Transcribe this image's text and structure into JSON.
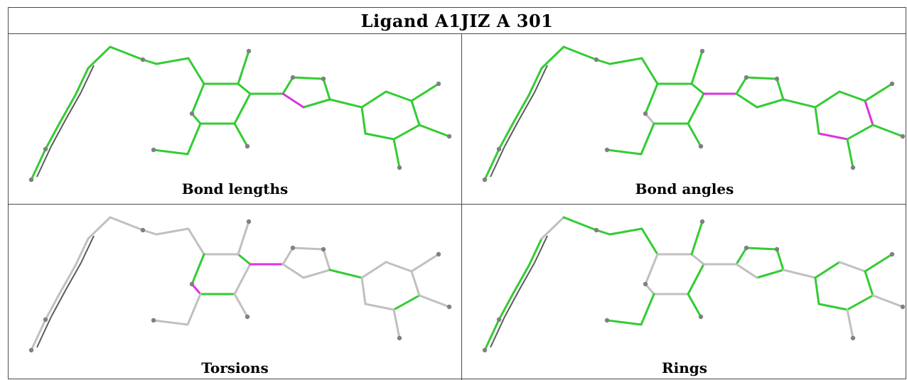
{
  "title": "Ligand A1JIZ A 301",
  "colors": {
    "ok": "#33cc33",
    "outlier": "#dd33dd",
    "neutral": "#c0c0c0",
    "atom": "#808080",
    "border": "#4a4a4a"
  },
  "panels": [
    {
      "id": "bond-lengths",
      "caption": "Bond lengths",
      "style": [
        "g",
        "g",
        "g",
        "g",
        "g",
        "g",
        "g",
        "g",
        "g",
        "g",
        "g",
        "g",
        "g",
        "g",
        "g",
        "g",
        "g",
        "g",
        "g",
        "g",
        "g",
        "g",
        "g",
        "g",
        "m",
        "g",
        "g",
        "g",
        "g",
        "g",
        "g",
        "g",
        "g",
        "g",
        "g"
      ]
    },
    {
      "id": "bond-angles",
      "caption": "Bond angles",
      "style": [
        "g",
        "g",
        "g",
        "g",
        "g",
        "g",
        "g",
        "g",
        "g",
        "g",
        "g",
        "g",
        "n",
        "g",
        "g",
        "g",
        "g",
        "g",
        "g",
        "m",
        "g",
        "g",
        "g",
        "g",
        "g",
        "g",
        "g",
        "g",
        "m",
        "g",
        "m",
        "g",
        "g",
        "g",
        "g"
      ]
    },
    {
      "id": "torsions",
      "caption": "Torsions",
      "style": [
        "n",
        "n",
        "n",
        "n",
        "n",
        "n",
        "n",
        "n",
        "n",
        "n",
        "g",
        "g",
        "m",
        "g",
        "n",
        "n",
        "n",
        "n",
        "n",
        "m",
        "n",
        "n",
        "n",
        "n",
        "n",
        "g",
        "n",
        "n",
        "n",
        "g",
        "n",
        "n",
        "n",
        "n",
        "n"
      ]
    },
    {
      "id": "rings",
      "caption": "Rings",
      "style": [
        "g",
        "g",
        "g",
        "g",
        "n",
        "g",
        "g",
        "g",
        "g",
        "n",
        "n",
        "n",
        "n",
        "n",
        "g",
        "g",
        "g",
        "g",
        "g",
        "n",
        "g",
        "g",
        "g",
        "g",
        "n",
        "n",
        "g",
        "n",
        "g",
        "g",
        "g",
        "g",
        "g",
        "n",
        "n"
      ]
    }
  ]
}
